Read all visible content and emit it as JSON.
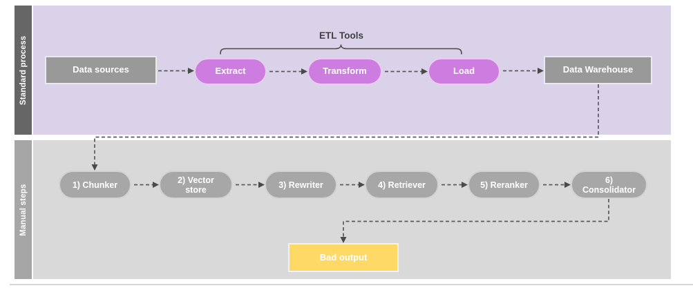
{
  "lanes": [
    {
      "label": "Standard process"
    },
    {
      "label": "Manual steps"
    }
  ],
  "annotation": "ETL Tools",
  "nodes": {
    "data_sources": "Data sources",
    "extract": "Extract",
    "transform": "Transform",
    "load": "Load",
    "data_warehouse": "Data Warehouse",
    "chunker": "1) Chunker",
    "vector_store": "2) Vector store",
    "rewriter": "3) Rewriter",
    "retriever": "4) Retriever",
    "reranker": "5) Reranker",
    "consolidator": "6) Consolidator",
    "bad_output": "Bad output"
  },
  "colors": {
    "lane1_bg": "#d9d2e9",
    "lane1_bar": "#666666",
    "lane2_bg": "#d9d9d9",
    "lane2_bar": "#a6a6a6",
    "etl_node": "#cd7de0",
    "etl_node_border": "#e9cdf1",
    "std_box": "#999999",
    "std_box_border": "#eaeaea",
    "manual_pill": "#a7a7a7",
    "manual_pill_border": "#d2d2d2",
    "bad_output_bg": "#ffd966",
    "bad_output_border": "#f2f2f2",
    "connector": "#595959",
    "arrowhead": "#4a4a4a",
    "brace": "#4a4a4a",
    "annotation_text": "#3f3f3f"
  }
}
